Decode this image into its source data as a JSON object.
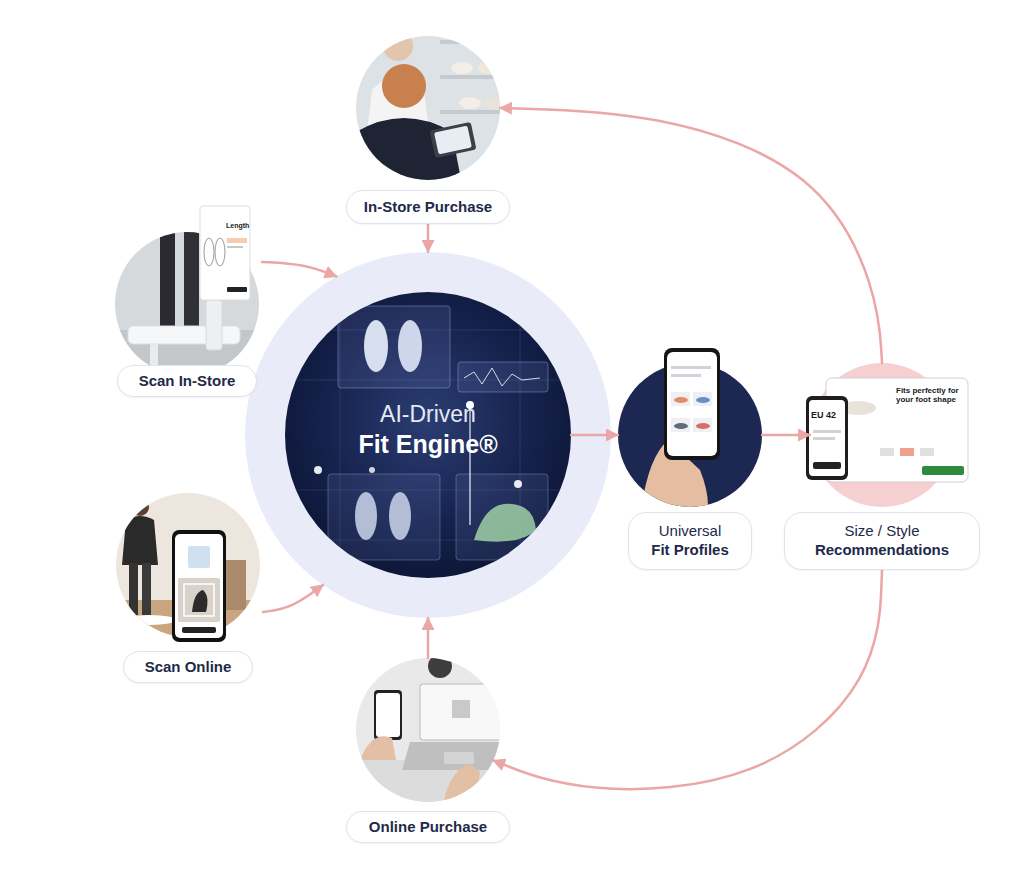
{
  "diagram": {
    "nodes": [
      {
        "text": [
          "In-Store Purchase"
        ]
      },
      {
        "text": [
          "Scan In-Store"
        ]
      },
      {
        "text": [
          "AI-Driven",
          "Fit Engine®"
        ]
      },
      {
        "text": [
          "Universal",
          "Fit Profiles"
        ]
      },
      {
        "text": [
          "Size / Style",
          "Recommendations"
        ]
      },
      {
        "text": [
          "Scan Online"
        ]
      },
      {
        "text": [
          "Online Purchase"
        ]
      }
    ],
    "edges": [
      {
        "from": 0,
        "to": 2,
        "arrow": "to"
      },
      {
        "from": 1,
        "to": 2,
        "arrow": "to"
      },
      {
        "from": 5,
        "to": 2,
        "arrow": "to"
      },
      {
        "from": 6,
        "to": 2,
        "arrow": "to"
      },
      {
        "from": 2,
        "to": 3,
        "arrow": "to"
      },
      {
        "from": 3,
        "to": 4,
        "arrow": "to"
      },
      {
        "from": 4,
        "to": 0,
        "arrow": "to"
      },
      {
        "from": 4,
        "to": 6,
        "arrow": "to"
      }
    ],
    "labels": [
      "Length",
      "EU 42",
      "Fits perfectly for your foot shape"
    ]
  }
}
